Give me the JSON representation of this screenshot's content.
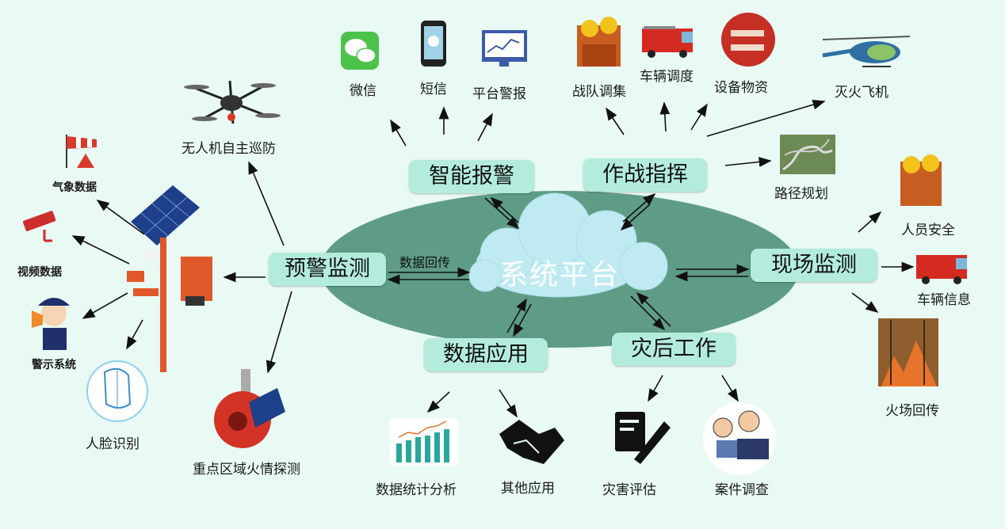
{
  "center": {
    "label": "系统平台"
  },
  "edge_label": "数据回传",
  "nodes": {
    "smart_alarm": "智能报警",
    "command": "作战指挥",
    "early_warning": "预警监测",
    "onsite_monitor": "现场监测",
    "data_app": "数据应用",
    "post_disaster": "灾后工作"
  },
  "items": {
    "wechat": "微信",
    "sms": "短信",
    "platform_alarm": "平台警报",
    "team_dispatch": "战队调集",
    "vehicle_dispatch": "车辆调度",
    "equipment": "设备物资",
    "fire_plane": "灭火飞机",
    "route_plan": "路径规划",
    "personnel_safety": "人员安全",
    "vehicle_info": "车辆信息",
    "fire_return": "火场回传",
    "drone_patrol": "无人机自主巡防",
    "weather_data": "气象数据",
    "video_data": "视频数据",
    "warning_system": "警示系统",
    "face_recognition": "人脸识别",
    "key_area_fire": "重点区域火情探测",
    "data_analysis": "数据统计分析",
    "other_apps": "其他应用",
    "disaster_eval": "灾害评估",
    "case_investigation": "案件调查"
  },
  "colors": {
    "background": "#e9f9f4",
    "ellipse": "#5e9c86",
    "node_fill": "#b3ecdd",
    "cloud": "#bfeaf2",
    "tower": "#e0582a"
  },
  "icons": [
    "wechat-icon",
    "phone-icon",
    "monitor-icon",
    "firefighter-icon",
    "fire-truck-icon",
    "equipment-icon",
    "helicopter-icon",
    "mountain-road-icon",
    "drone-icon",
    "windsock-icon",
    "cctv-camera-icon",
    "police-icon",
    "face-scan-icon",
    "solar-tower-icon",
    "fire-detector-icon",
    "bar-chart-icon",
    "handshake-icon",
    "document-sign-icon",
    "case-cartoon-icon",
    "forest-fire-icon"
  ]
}
